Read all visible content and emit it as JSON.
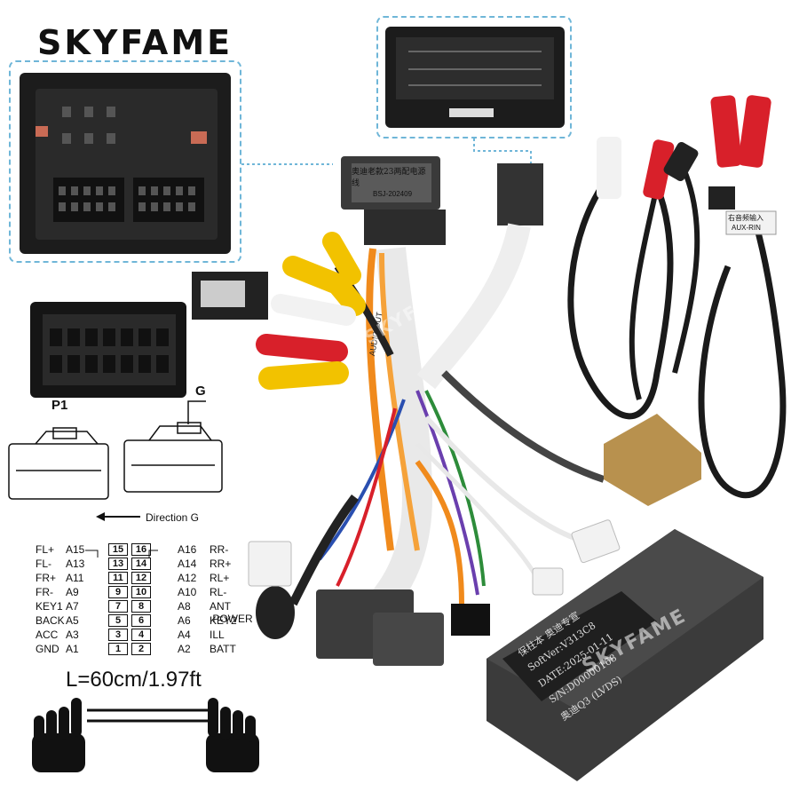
{
  "brand": {
    "name": "SKYFAME"
  },
  "watermark": {
    "text": "SKYFAME"
  },
  "labels": {
    "p1": "P1",
    "g": "G",
    "direction": "Direction G",
    "length": "L=60cm/1.97ft",
    "audio_out": "AUDIO OUT",
    "aux_label_cn": "右音频输入",
    "aux_label": "AUX-RIN",
    "connector_label_cn": "奥迪老款23两配电源线",
    "connector_code": "BSJ-202409"
  },
  "pinout": [
    {
      "left_name": "FL+",
      "left_code": "A15",
      "left_pin": "15",
      "right_pin": "16",
      "right_code": "A16",
      "right_name": "RR-"
    },
    {
      "left_name": "FL-",
      "left_code": "A13",
      "left_pin": "13",
      "right_pin": "14",
      "right_code": "A14",
      "right_name": "RR+"
    },
    {
      "left_name": "FR+",
      "left_code": "A11",
      "left_pin": "11",
      "right_pin": "12",
      "right_code": "A12",
      "right_name": "RL+"
    },
    {
      "left_name": "FR-",
      "left_code": "A9",
      "left_pin": "9",
      "right_pin": "10",
      "right_code": "A10",
      "right_name": "RL-"
    },
    {
      "left_name": "KEY1",
      "left_code": "A7",
      "left_pin": "7",
      "right_pin": "8",
      "right_code": "A8",
      "right_name": "ANT .POWER"
    },
    {
      "left_name": "BACK",
      "left_code": "A5",
      "left_pin": "5",
      "right_pin": "6",
      "right_code": "A6",
      "right_name": "KEY2"
    },
    {
      "left_name": "ACC",
      "left_code": "A3",
      "left_pin": "3",
      "right_pin": "4",
      "right_code": "A4",
      "right_name": "ILL"
    },
    {
      "left_name": "GND",
      "left_code": "A1",
      "left_pin": "1",
      "right_pin": "2",
      "right_code": "A2",
      "right_name": "BATT"
    }
  ],
  "decoder_box": {
    "line1": "保柱本 奥迪专宣",
    "line2": "SoftVer:V313C8",
    "line3": "DATE:2025-01-11",
    "line4": "S/N:D00000168",
    "line5": "奥迪Q3 (LVDS)"
  },
  "colors": {
    "cable_dark": "#1a1a1a",
    "wire_orange": "#f08a1c",
    "wire_white": "#f2f2f2",
    "rca_yellow": "#f2c200",
    "rca_red": "#d8202a",
    "tan_connector": "#b8914e",
    "inset_border": "#6fb6d8"
  }
}
